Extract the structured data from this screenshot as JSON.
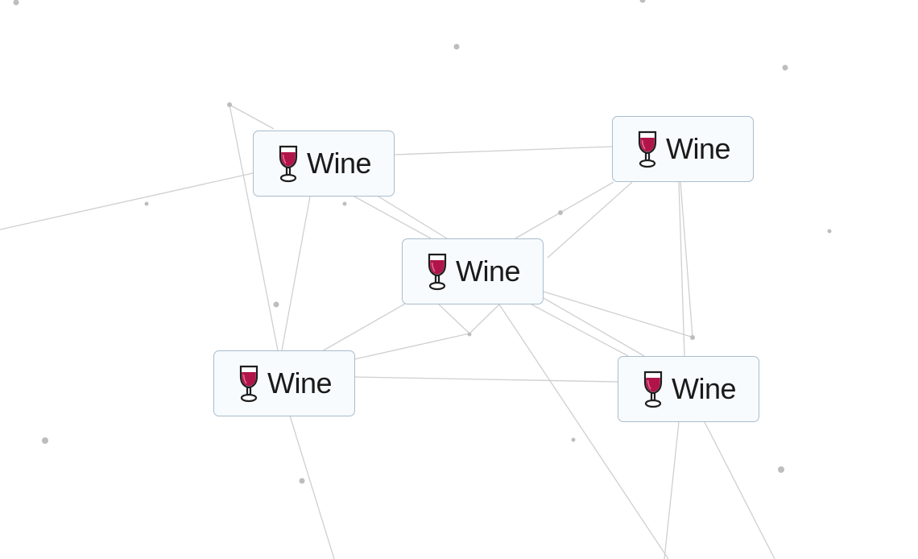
{
  "canvas": {
    "background_color": "#ffffff",
    "line_color": "#c8c8c8",
    "dot_color": "#bdbdbd"
  },
  "items": [
    {
      "label": "Wine",
      "icon": "wine-glass-icon"
    },
    {
      "label": "Wine",
      "icon": "wine-glass-icon"
    },
    {
      "label": "Wine",
      "icon": "wine-glass-icon"
    },
    {
      "label": "Wine",
      "icon": "wine-glass-icon"
    },
    {
      "label": "Wine",
      "icon": "wine-glass-icon"
    }
  ],
  "colors": {
    "tile_background": "#f7fbfd",
    "tile_border": "#a9bccd",
    "wine": "#b0154a",
    "glass_outline": "#1e1e1e"
  }
}
